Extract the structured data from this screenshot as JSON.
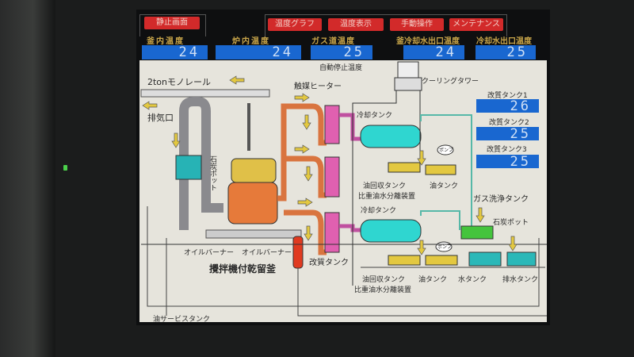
{
  "header": {
    "static_screen_button": "静止画面",
    "tabs": [
      "温度グラフ",
      "温度表示",
      "手動操作",
      "メンテナンス"
    ]
  },
  "temperatures": [
    {
      "label": "釜内温度",
      "value": "24"
    },
    {
      "label": "炉内温度",
      "value": "24"
    },
    {
      "label": "ガス道温度",
      "value": "25"
    },
    {
      "label": "釜冷却水出口温度",
      "value": "24"
    },
    {
      "label": "冷却水出口温度",
      "value": "25"
    }
  ],
  "auto_stop_label": "自動停止温度",
  "reform_tanks": [
    {
      "label": "改質タンク1",
      "value": "26"
    },
    {
      "label": "改質タンク2",
      "value": "25"
    },
    {
      "label": "改質タンク3",
      "value": "25"
    }
  ],
  "diagram": {
    "monorail": "2tonモノレール",
    "exhaust": "排気口",
    "coal_pot_left": "石炭ポット",
    "catalyst_heater": "触媒ヒーター",
    "cooling_tower": "クーリングタワー",
    "cooling_tank_1": "冷却タンク",
    "cooling_tank_2": "冷却タンク",
    "oil_recovery_tank_1": "油回収タンク",
    "separator_1": "比重油水分離装置",
    "oil_tank_1": "油タンク",
    "pump_1": "ポンプ",
    "pump_2": "ポンプ",
    "gas_wash_tank": "ガス洗浄タンク",
    "coal_pot_right": "石炭ポット",
    "oil_burner_1": "オイルバーナー",
    "oil_burner_2": "オイルバーナー",
    "retort": "攪拌機付乾留釜",
    "reform_tank": "改質タンク",
    "oil_recovery_tank_2": "油回収タンク",
    "oil_tank_2": "油タンク",
    "water_tank": "水タンク",
    "drain_tank": "排水タンク",
    "separator_2": "比重油水分離装置",
    "oil_service_tank": "油サービスタンク"
  }
}
